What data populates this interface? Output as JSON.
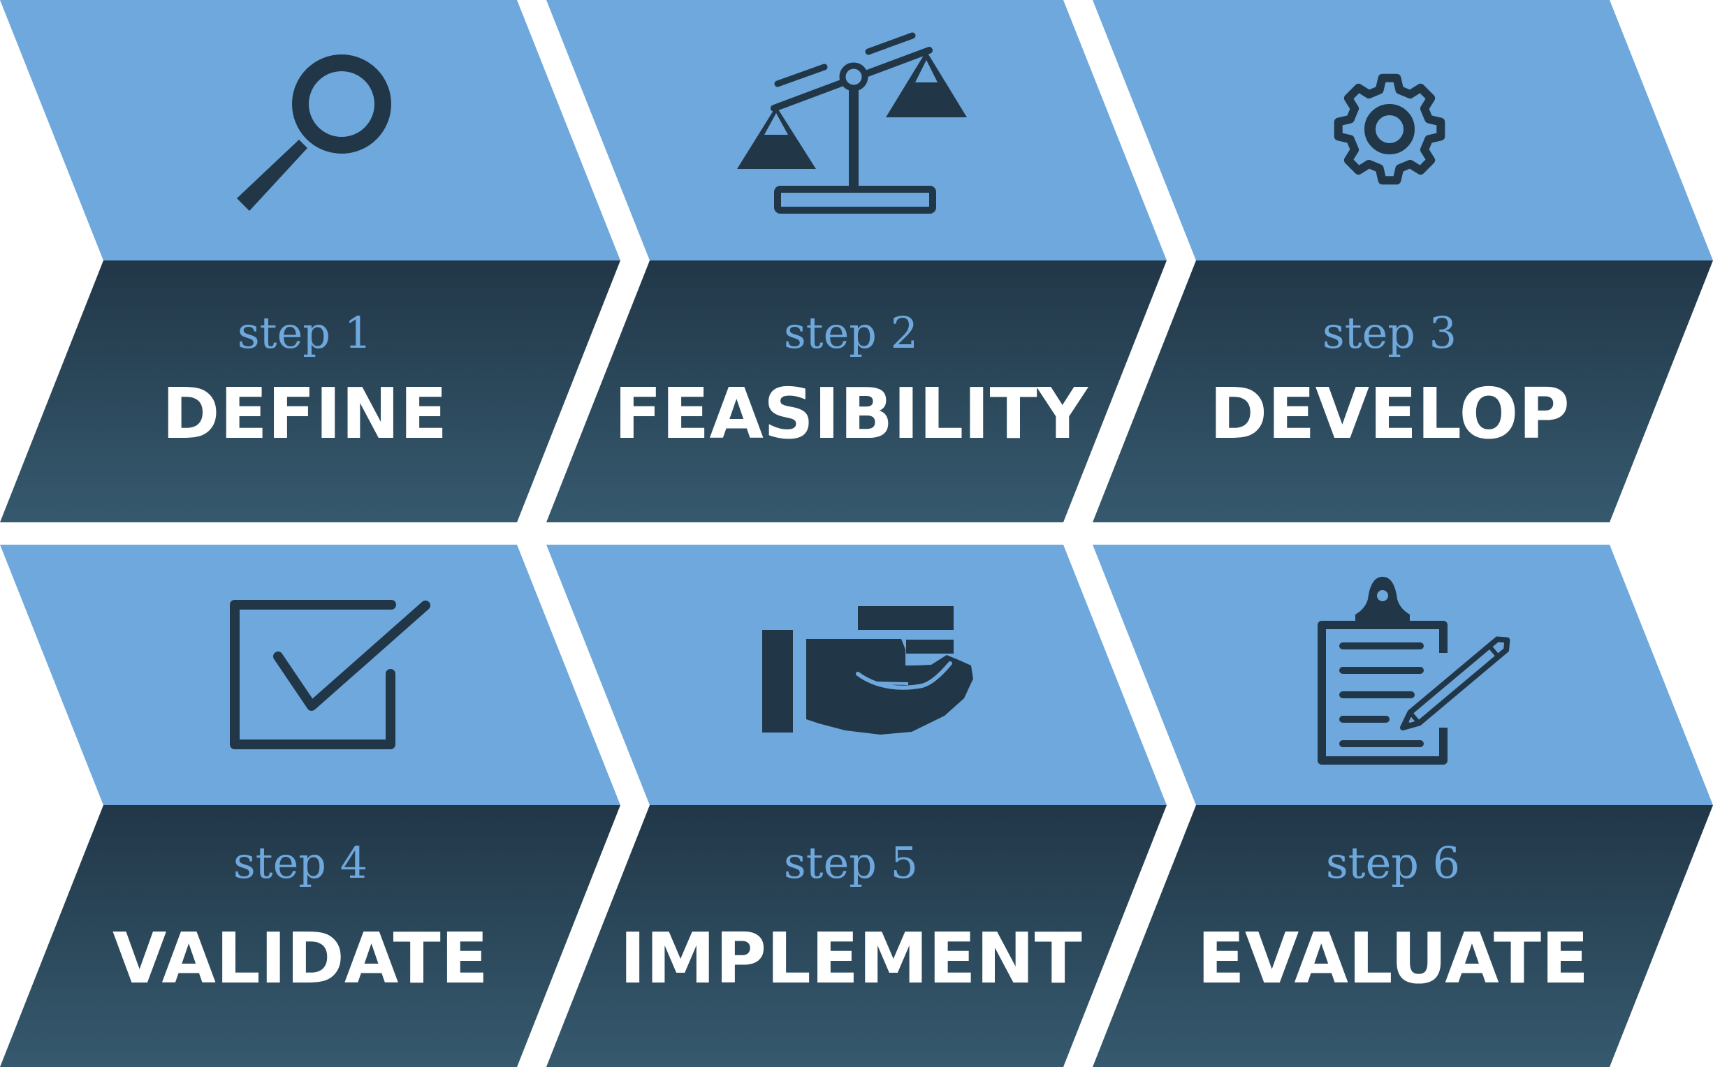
{
  "colors": {
    "top_fill": "#6ea8dc",
    "bottom_top": "#213748",
    "bottom_bottom": "#36596e",
    "icon": "#213748",
    "step_label": "#6ea8dc",
    "title": "#ffffff",
    "background": "#ffffff"
  },
  "steps": [
    {
      "label": "step 1",
      "title": "DEFINE",
      "icon": "magnifier-icon"
    },
    {
      "label": "step 2",
      "title": "FEASIBILITY",
      "icon": "balance-scale-icon"
    },
    {
      "label": "step 3",
      "title": "DEVELOP",
      "icon": "gear-icon"
    },
    {
      "label": "step 4",
      "title": "VALIDATE",
      "icon": "checkbox-icon"
    },
    {
      "label": "step 5",
      "title": "IMPLEMENT",
      "icon": "hand-giving-icon"
    },
    {
      "label": "step 6",
      "title": "EVALUATE",
      "icon": "clipboard-pencil-icon"
    }
  ]
}
